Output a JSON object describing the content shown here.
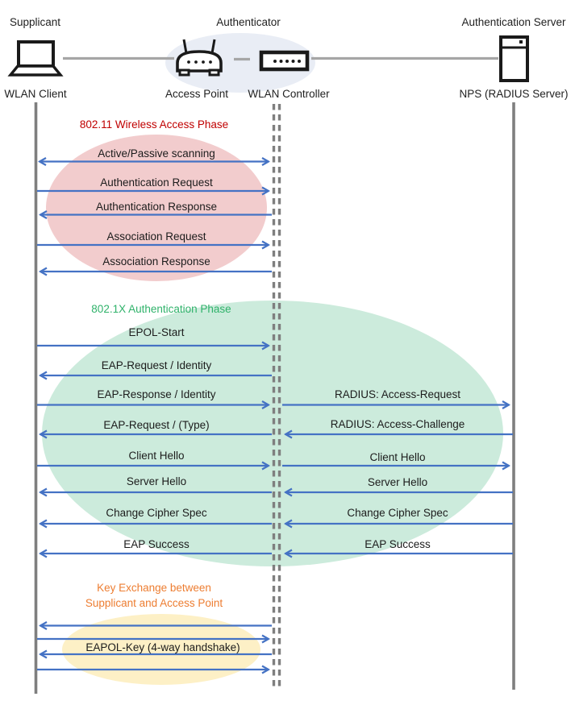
{
  "diagram": {
    "roles": {
      "supplicant": "Supplicant",
      "authenticator": "Authenticator",
      "auth_server": "Authentication Server"
    },
    "devices": {
      "client": "WLAN Client",
      "access_point": "Access Point",
      "wlan_controller": "WLAN Controller",
      "nps": "NPS (RADIUS Server)"
    },
    "phases": [
      {
        "title": "802.11 Wireless Access Phase",
        "title_color": "#C00000",
        "ellipse_color": "#F2CCCD",
        "messages": [
          {
            "label": "Active/Passive scanning",
            "from": "WLAN Client",
            "to": "WLAN Controller",
            "direction": "both"
          },
          {
            "label": "Authentication Request",
            "from": "WLAN Client",
            "to": "WLAN Controller",
            "direction": "right"
          },
          {
            "label": "Authentication Response",
            "from": "WLAN Controller",
            "to": "WLAN Client",
            "direction": "left"
          },
          {
            "label": "Association Request",
            "from": "WLAN Client",
            "to": "WLAN Controller",
            "direction": "right"
          },
          {
            "label": "Association Response",
            "from": "WLAN Controller",
            "to": "WLAN Client",
            "direction": "left"
          }
        ]
      },
      {
        "title": "802.1X Authentication Phase",
        "title_color": "#2FB26A",
        "ellipse_color": "#CCEBDC",
        "client_messages": [
          {
            "label": "EPOL-Start",
            "direction": "right"
          },
          {
            "label": "EAP-Request / Identity",
            "direction": "left"
          },
          {
            "label": "EAP-Response / Identity",
            "direction": "right"
          },
          {
            "label": "EAP-Request / (Type)",
            "direction": "left"
          },
          {
            "label": "Client Hello",
            "direction": "right"
          },
          {
            "label": "Server Hello",
            "direction": "left"
          },
          {
            "label": "Change Cipher Spec",
            "direction": "left"
          },
          {
            "label": "EAP Success",
            "direction": "left"
          }
        ],
        "server_messages": [
          {
            "label": "RADIUS: Access-Request",
            "direction": "right"
          },
          {
            "label": "RADIUS: Access-Challenge",
            "direction": "left"
          },
          {
            "label": "Client Hello",
            "direction": "right"
          },
          {
            "label": "Server Hello",
            "direction": "left"
          },
          {
            "label": "Change Cipher Spec",
            "direction": "left"
          },
          {
            "label": "EAP Success",
            "direction": "left"
          }
        ]
      },
      {
        "title_line1": "Key Exchange between",
        "title_line2": "Supplicant and Access Point",
        "title_color": "#ED7D31",
        "ellipse_color": "#FDF0C6",
        "messages": [
          {
            "label": "",
            "direction": "left"
          },
          {
            "label": "",
            "direction": "right"
          },
          {
            "label": "EAPOL-Key (4-way handshake)",
            "direction": "left"
          },
          {
            "label": "",
            "direction": "right"
          }
        ]
      }
    ],
    "colors": {
      "arrow": "#4472C4",
      "lifeline": "#7F7F7F",
      "connector": "#A6A6A6",
      "authenticator_ellipse": "#E9EDF5"
    }
  }
}
